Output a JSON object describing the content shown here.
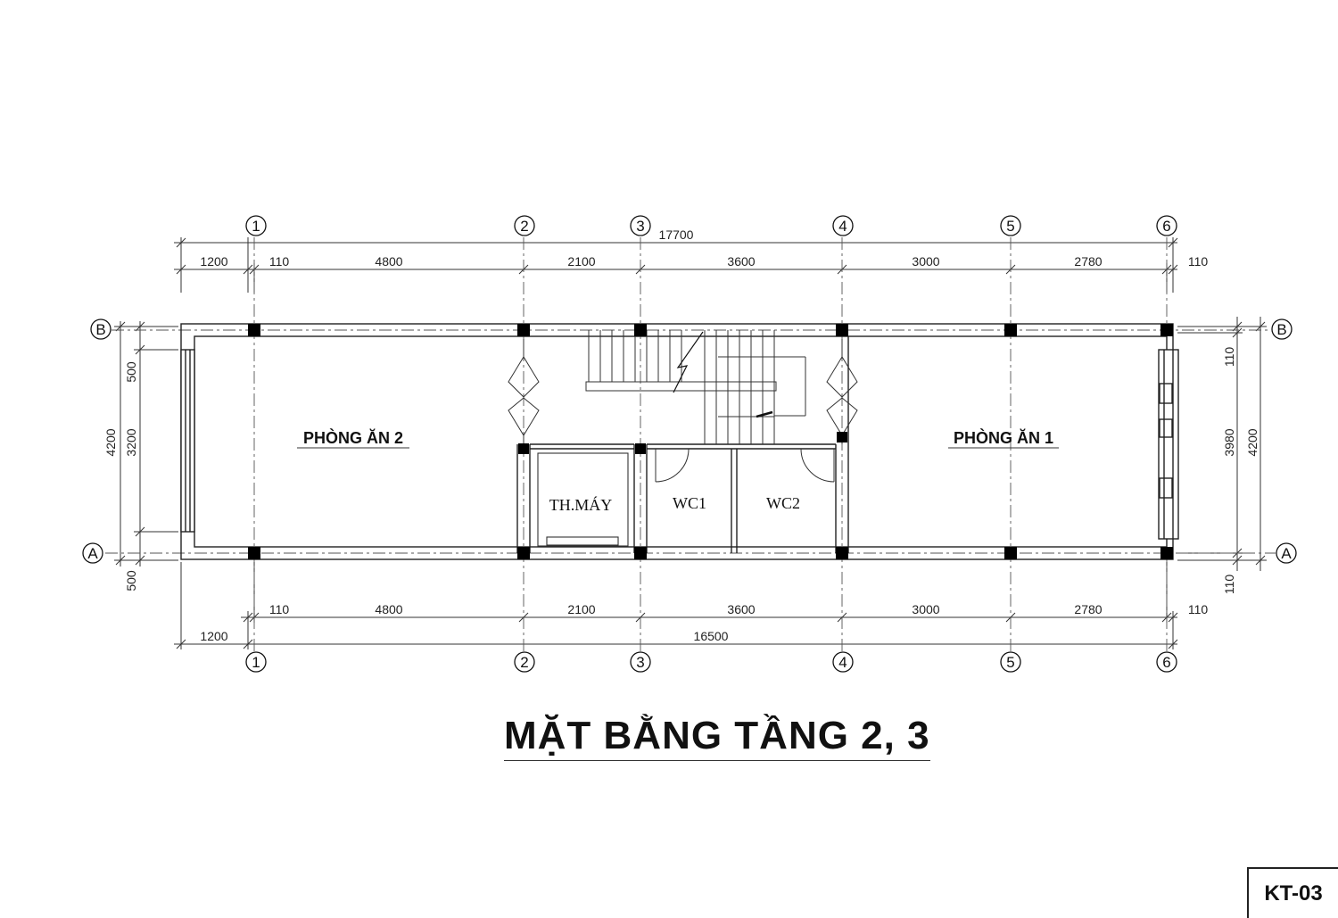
{
  "title": "MẶT BẰNG TẦNG 2, 3",
  "sheet_code": "KT-03",
  "axes": {
    "vertical": [
      "1",
      "2",
      "3",
      "4",
      "5",
      "6"
    ],
    "horizontal": [
      "A",
      "B"
    ]
  },
  "rooms": {
    "dining_2": "PHÒNG ĂN 2",
    "dining_1": "PHÒNG ĂN 1",
    "machine": "TH.MÁY",
    "wc1": "WC1",
    "wc2": "WC2"
  },
  "dimensions": {
    "top_total": "17700",
    "top": [
      "1200",
      "110",
      "4800",
      "2100",
      "3600",
      "3000",
      "2780",
      "110"
    ],
    "bottom": [
      "110",
      "4800",
      "2100",
      "3600",
      "3000",
      "2780",
      "110"
    ],
    "bottom_total_left": "1200",
    "bottom_total": "16500",
    "left": [
      "500",
      "3200",
      "4200",
      "500"
    ],
    "right": [
      "110",
      "3980",
      "4200",
      "110"
    ]
  }
}
